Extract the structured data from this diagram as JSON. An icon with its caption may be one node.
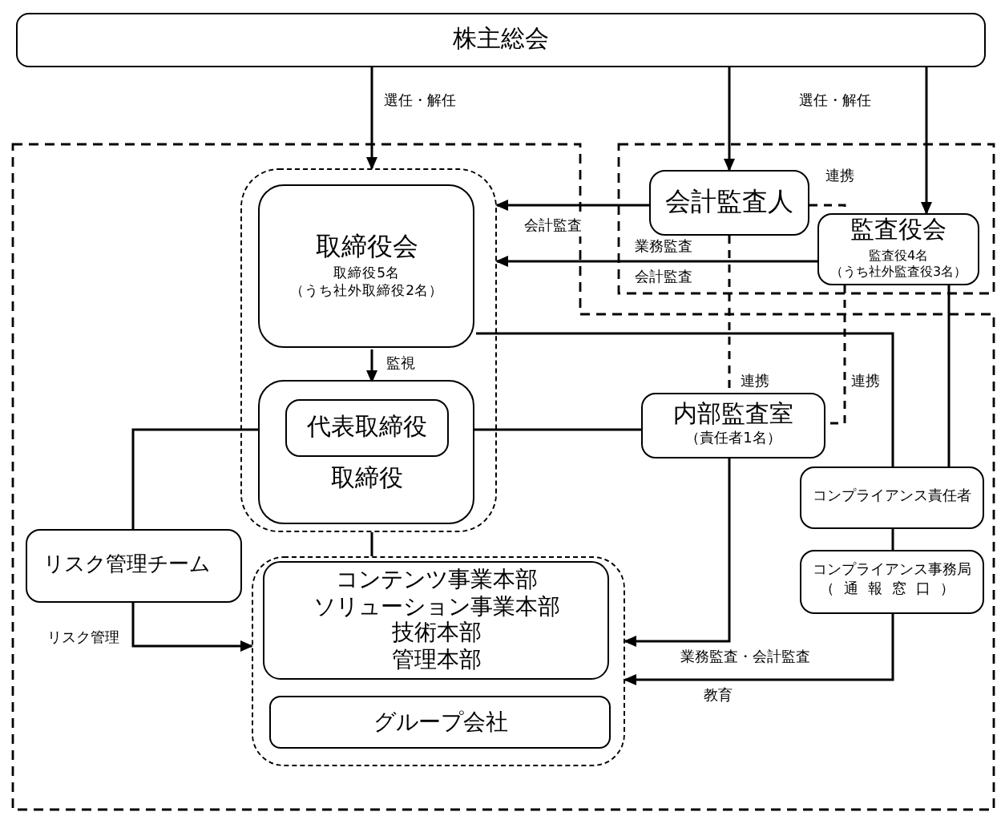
{
  "diagram": {
    "nodes": [
      {
        "text": [
          "株主総会"
        ]
      },
      {
        "text": [],
        "shape": "box"
      },
      {
        "text": [
          "取締役会",
          "取締役5名",
          "（うち社外取締役2名）"
        ],
        "in": 1
      },
      {
        "text": [
          "取締役"
        ],
        "in": 1
      },
      {
        "text": [
          "代表取締役"
        ],
        "in": 3
      },
      {
        "text": [
          "会計監査人"
        ]
      },
      {
        "text": [
          "監査役会",
          "監査役4名",
          "（うち社外監査役3名）"
        ]
      },
      {
        "text": [
          "内部監査室",
          "（責任者1名）"
        ]
      },
      {
        "text": [
          "リスク管理チーム"
        ]
      },
      {
        "text": [],
        "shape": "box"
      },
      {
        "text": [
          "コンテンツ事業本部",
          "ソリューション事業本部",
          "技術本部",
          "管理本部"
        ],
        "in": 9
      },
      {
        "text": [
          "グループ会社"
        ],
        "in": 9
      },
      {
        "text": [
          "コンプライアンス責任者"
        ]
      },
      {
        "text": [
          "コンプライアンス事務局",
          "（通報窓口）"
        ]
      }
    ],
    "edges": [
      {
        "from": 0,
        "to": 1,
        "arrow": "to",
        "label": "選任・解任"
      },
      {
        "from": 0,
        "to": 5,
        "arrow": "to"
      },
      {
        "from": 0,
        "to": 6,
        "arrow": "to",
        "label": "選任・解任"
      },
      {
        "from": 5,
        "to": 1,
        "arrow": "to",
        "label": "会計監査"
      },
      {
        "from": 6,
        "to": 1,
        "arrow": "to",
        "label": "業務監査"
      },
      {
        "from": 5,
        "to": 6,
        "arrow": "none",
        "style": "dashed",
        "label": "連携"
      },
      {
        "from": 5,
        "to": 7,
        "arrow": "none",
        "style": "dashed",
        "label": "連携"
      },
      {
        "from": 6,
        "to": 7,
        "arrow": "none",
        "style": "dashed",
        "label": "連携"
      },
      {
        "from": 2,
        "to": 3,
        "arrow": "to",
        "label": "監視"
      },
      {
        "from": 2,
        "to": 12,
        "arrow": "none"
      },
      {
        "from": 4,
        "to": 7,
        "arrow": "none"
      },
      {
        "from": 3,
        "to": 8,
        "arrow": "none"
      },
      {
        "from": 8,
        "to": 9,
        "arrow": "to",
        "label": "リスク管理"
      },
      {
        "from": 7,
        "to": 9,
        "arrow": "to",
        "label": "業務監査・会計監査"
      },
      {
        "from": 13,
        "to": 9,
        "arrow": "to",
        "label": "教育"
      },
      {
        "from": 6,
        "to": 12,
        "arrow": "none"
      },
      {
        "from": 12,
        "to": 13,
        "arrow": "none"
      },
      {
        "from": 1,
        "to": 9,
        "arrow": "none"
      }
    ],
    "labels": [
      "会計監査"
    ]
  }
}
